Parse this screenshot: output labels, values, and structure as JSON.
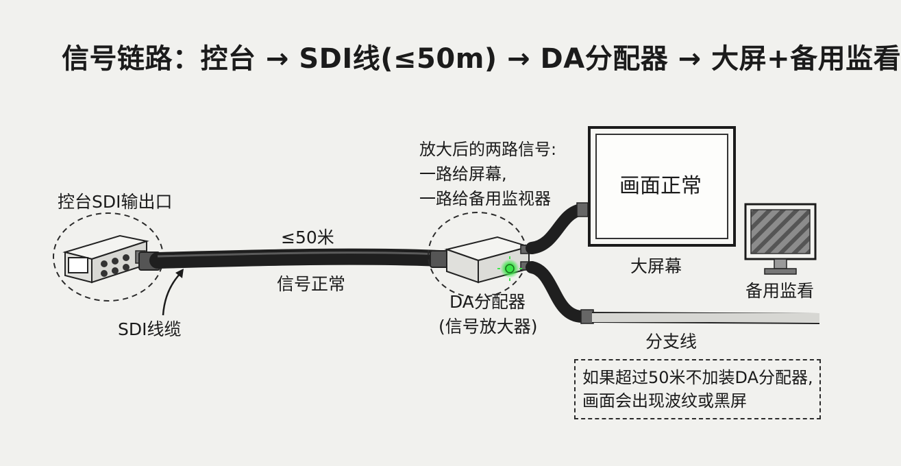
{
  "title": "信号链路：控台 → SDI线(≤50m) → DA分配器 → 大屏+备用监看",
  "labels": {
    "console_port": "控台SDI输出口",
    "sdi_cable": "SDI线缆",
    "length": "≤50米",
    "signal_ok": "信号正常",
    "da_name": "DA分配器",
    "da_desc": "(信号放大器)",
    "amplified_line1": "放大后的两路信号:",
    "amplified_line2": "一路给屏幕,",
    "amplified_line3": "一路给备用监视器",
    "screen_status": "画面正常",
    "big_screen": "大屏幕",
    "backup_monitor": "备用监看",
    "branch_line": "分支线"
  },
  "warning": {
    "line1": "如果超过50米不加装DA分配器,",
    "line2": "画面会出现波纹或黑屏"
  },
  "colors": {
    "paper": "#f1f1ee",
    "ink": "#1b1b1b",
    "cable": "#2b2b2b",
    "device": "#e9e9e6",
    "status_led": "#3de64a"
  },
  "icons": {
    "console": "console-device-icon",
    "da": "da-distributor-icon",
    "led": "status-led-icon",
    "screen": "big-screen-icon",
    "monitor": "backup-monitor-icon"
  }
}
